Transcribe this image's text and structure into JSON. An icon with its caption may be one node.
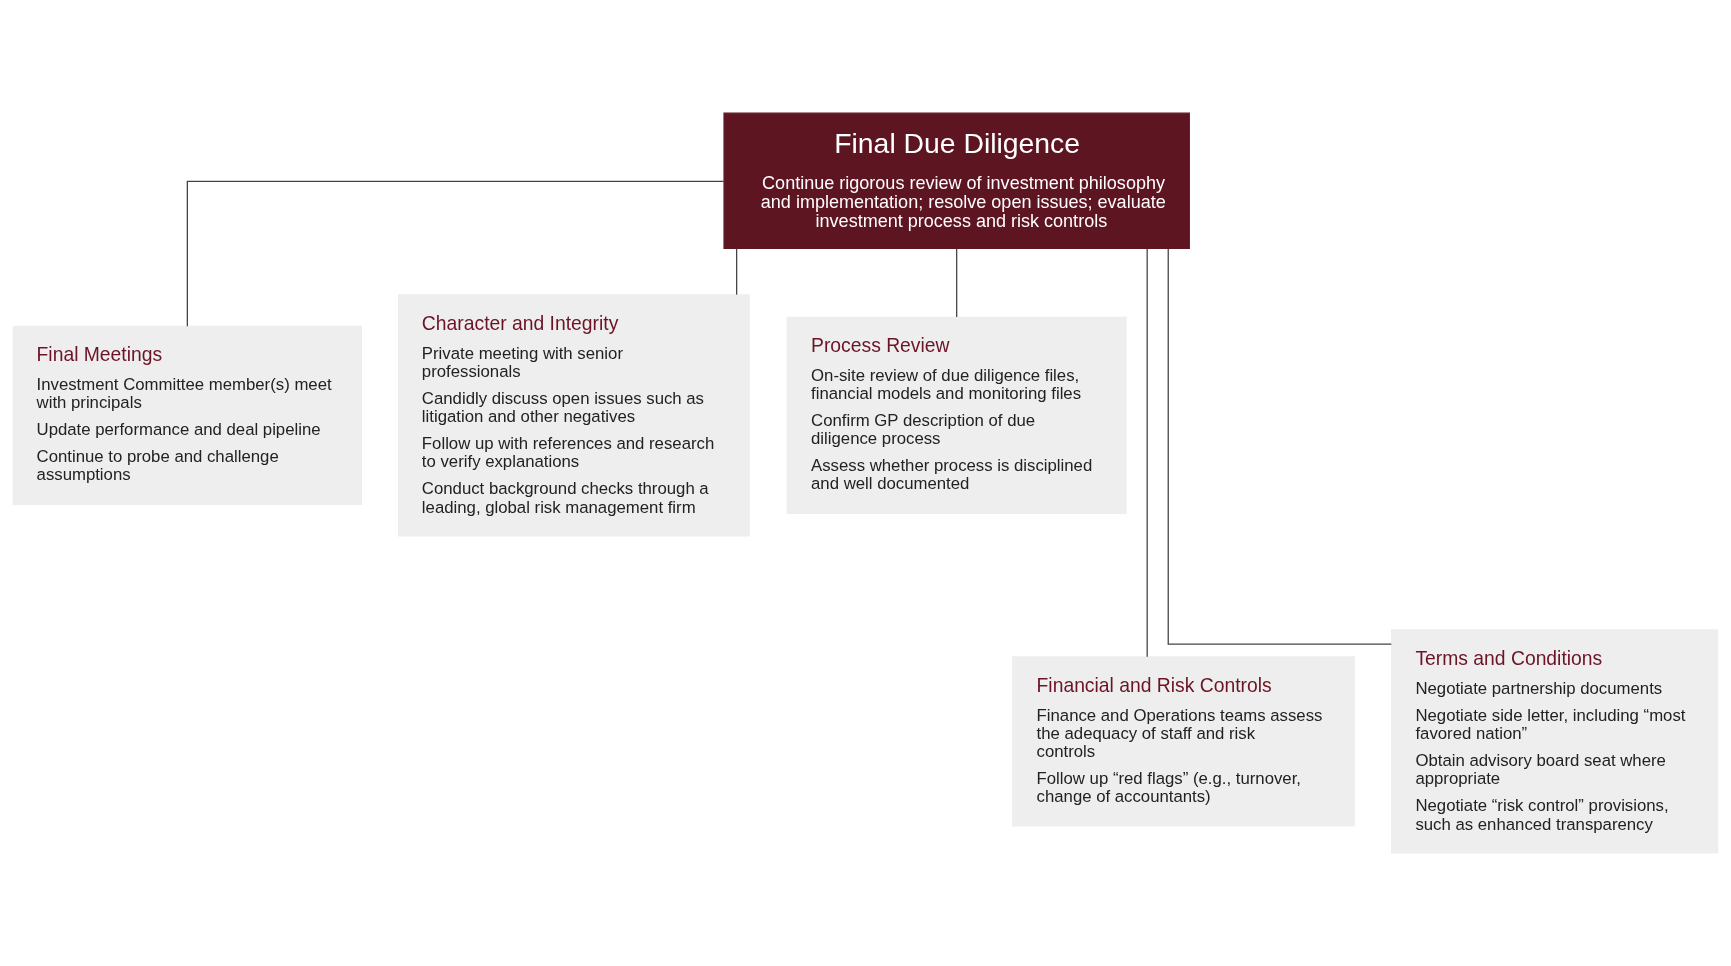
{
  "diagram": {
    "nodes": [
      {
        "text": [
          "Final Due Diligence",
          "Continue rigorous review of investment philosophy and implementation; resolve open issues; evaluate investment process and risk controls"
        ]
      },
      {
        "text": [
          "Final Meetings",
          "Investment Committee member(s) meet with principals",
          "Update performance and deal pipeline",
          "Continue to probe and challenge assumptions"
        ]
      },
      {
        "text": [
          "Character and Integrity",
          "Private meeting with senior professionals",
          "Candidly discuss open issues such as litigation and other negatives",
          "Follow up with references and research to verify explanations",
          "Conduct background checks through a leading, global risk management firm"
        ]
      },
      {
        "text": [
          "Process Review",
          "On-site review of due diligence files, financial models and monitoring files",
          "Confirm GP description of due diligence process",
          "Assess whether process is disciplined and well documented"
        ]
      },
      {
        "text": [
          "Financial and Risk Controls",
          "Finance and Operations teams assess the adequacy of staff and risk controls",
          "Follow up “red flags” (e.g., turnover, change of accountants)"
        ]
      },
      {
        "text": [
          "Terms and Conditions",
          "Negotiate partnership documents",
          "Negotiate side letter, including “most favored nation”",
          "Obtain advisory board seat where appropriate",
          "Negotiate “risk control” provisions, such as enhanced transparency"
        ]
      }
    ],
    "edges": [
      {
        "from": 0,
        "to": 1,
        "arrow": "none"
      },
      {
        "from": 0,
        "to": 2,
        "arrow": "none"
      },
      {
        "from": 0,
        "to": 3,
        "arrow": "none"
      },
      {
        "from": 0,
        "to": 4,
        "arrow": "none"
      },
      {
        "from": 0,
        "to": 5,
        "arrow": "none"
      }
    ]
  }
}
